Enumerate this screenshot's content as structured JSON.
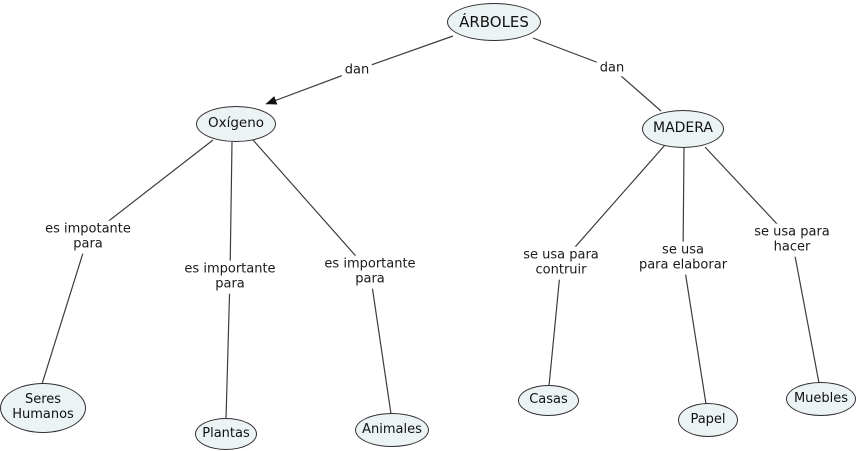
{
  "diagram": {
    "title": "ÁRBOLES",
    "colors": {
      "background": "#ffffff",
      "node_fill": "#ecf3f4",
      "node_border": "#2f2f2f",
      "edge_line": "#3c3c3c",
      "arrowhead": "#111111",
      "text": "#111111"
    },
    "nodes": {
      "arboles": {
        "label": "ÁRBOLES"
      },
      "oxigeno": {
        "label": "Oxígeno"
      },
      "madera": {
        "label": "MADERA"
      },
      "seres_humanos": {
        "lines": [
          "Seres",
          "Humanos"
        ]
      },
      "plantas": {
        "label": "Plantas"
      },
      "animales": {
        "label": "Animales"
      },
      "casas": {
        "label": "Casas"
      },
      "papel": {
        "label": "Papel"
      },
      "muebles": {
        "label": "Muebles"
      }
    },
    "edge_labels": {
      "dan_left": {
        "lines": [
          "dan"
        ]
      },
      "dan_right": {
        "lines": [
          "dan"
        ]
      },
      "impotante_para": {
        "lines": [
          "es impotante",
          "para"
        ]
      },
      "importante_mid": {
        "lines": [
          "es importante",
          "para"
        ]
      },
      "importante_right": {
        "lines": [
          "es importante",
          "para"
        ]
      },
      "contruir": {
        "lines": [
          "se usa para",
          "contruir"
        ]
      },
      "elaborar": {
        "lines": [
          "se usa",
          "para elaborar"
        ]
      },
      "hacer": {
        "lines": [
          "se usa para",
          "hacer"
        ]
      }
    },
    "edges": [
      {
        "from": "ÁRBOLES",
        "label": "dan",
        "to": "Oxígeno",
        "arrow": true
      },
      {
        "from": "ÁRBOLES",
        "label": "dan",
        "to": "MADERA",
        "arrow": false
      },
      {
        "from": "Oxígeno",
        "label": "es impotante para",
        "to": "Seres Humanos",
        "arrow": false
      },
      {
        "from": "Oxígeno",
        "label": "es importante para",
        "to": "Plantas",
        "arrow": false
      },
      {
        "from": "Oxígeno",
        "label": "es importante para",
        "to": "Animales",
        "arrow": false
      },
      {
        "from": "MADERA",
        "label": "se usa para contruir",
        "to": "Casas",
        "arrow": false
      },
      {
        "from": "MADERA",
        "label": "se usa para elaborar",
        "to": "Papel",
        "arrow": false
      },
      {
        "from": "MADERA",
        "label": "se usa para hacer",
        "to": "Muebles",
        "arrow": false
      }
    ]
  }
}
